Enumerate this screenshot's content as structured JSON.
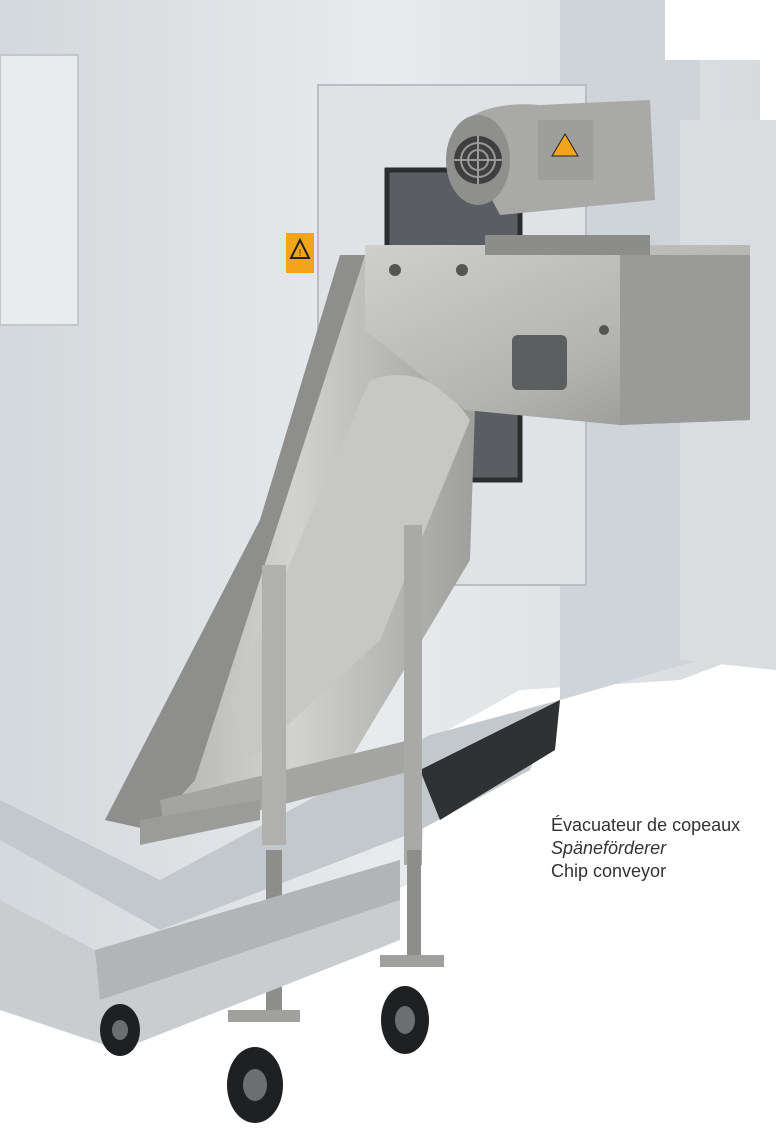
{
  "caption": {
    "french": "Évacuateur de copeaux",
    "german": "Späneförderer",
    "english": "Chip conveyor"
  },
  "colors": {
    "machine_body": "#dfe3e6",
    "machine_shadow": "#c2c7cb",
    "conveyor_metal": "#b8b8b6",
    "motor": "#a9a9a7",
    "warning_label": "#f2a51a",
    "base_dark": "#3b3d40",
    "caption_text": "#333333"
  },
  "icons": [
    "warning-label-icon",
    "motor-fan-grille-icon",
    "caster-wheel-icon"
  ]
}
